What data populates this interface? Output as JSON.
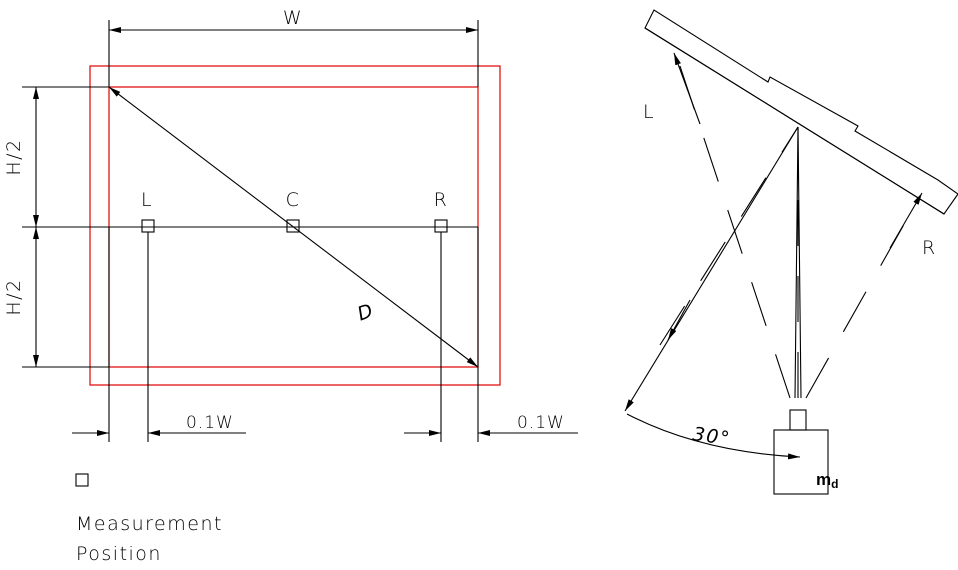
{
  "front_view": {
    "width_label": "W",
    "half_height_label_top": "H/2",
    "half_height_label_bottom": "H/2",
    "diagonal_label": "D",
    "point_left": "L",
    "point_center": "C",
    "point_right": "R",
    "offset_left_label": "0.1W",
    "offset_right_label": "0.1W"
  },
  "legend": {
    "line1": "Measurement",
    "line2": "Position"
  },
  "side_view": {
    "ray_left_label": "L",
    "ray_right_label": "R",
    "angle_label": "30°",
    "meter_label_main": "m",
    "meter_label_sub": "d"
  },
  "colors": {
    "frame": "#e00000",
    "lines": "#000000"
  }
}
